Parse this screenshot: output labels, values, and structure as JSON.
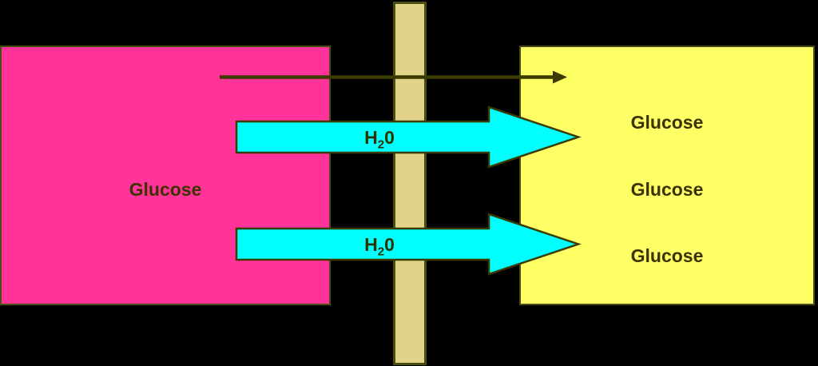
{
  "colors": {
    "background": "#000000",
    "left_box_fill": "#ff3399",
    "right_box_fill": "#ffff66",
    "membrane_fill": "#e2d38b",
    "outline": "#4b4b14",
    "arrow_stroke": "#3b3b00",
    "water_arrow_fill": "#00ffff",
    "label_text": "#3b3200"
  },
  "left_box": {
    "label": "Glucose"
  },
  "right_box": {
    "labels": [
      "Glucose",
      "Glucose",
      "Glucose"
    ]
  },
  "water_arrows": [
    {
      "prefix": "H",
      "subscript": "2",
      "suffix": "0"
    },
    {
      "prefix": "H",
      "subscript": "2",
      "suffix": "0"
    }
  ]
}
